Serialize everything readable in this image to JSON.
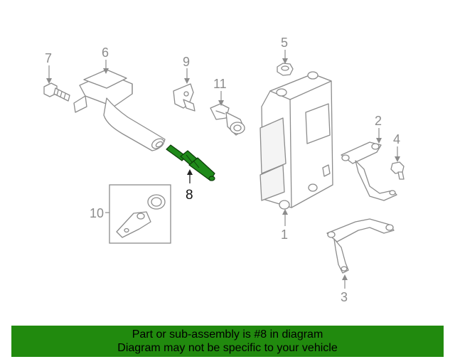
{
  "diagram": {
    "callouts": {
      "c1": "1",
      "c2": "2",
      "c3": "3",
      "c4": "4",
      "c5": "5",
      "c6": "6",
      "c7": "7",
      "c8": "8",
      "c9": "9",
      "c10": "10",
      "c11": "11"
    },
    "highlighted_part": "8",
    "highlight_color": "#1f8a1a"
  },
  "footer": {
    "line1": "Part or sub-assembly is #8 in diagram",
    "line2": "Diagram may not be specific to your vehicle",
    "background": "#218a0e"
  }
}
